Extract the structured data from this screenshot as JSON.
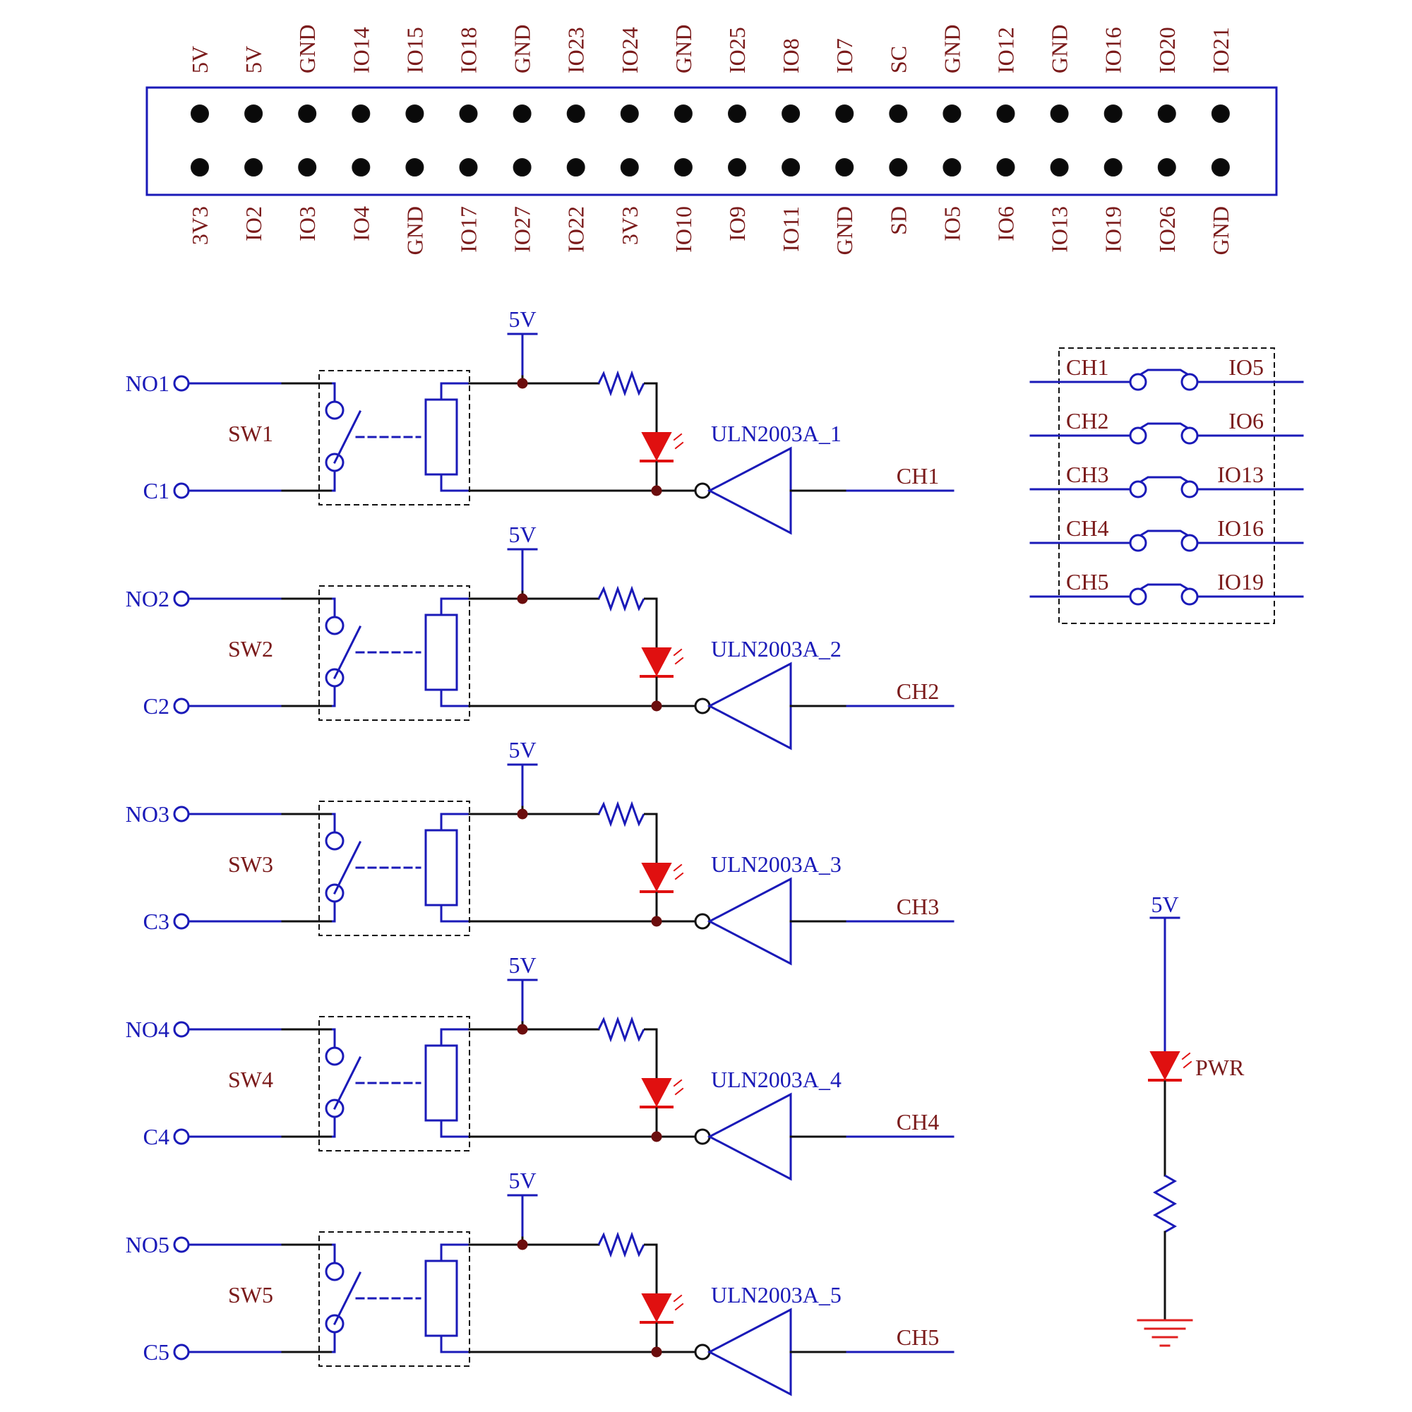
{
  "colors": {
    "wire_black": "#111111",
    "wire_blue": "#1a1ab8",
    "label_red": "#7a1a1a",
    "label_blue": "#1a1ab8",
    "led_red": "#e01010",
    "junction": "#6b0d0d",
    "ground_red": "#e02020"
  },
  "header": {
    "top_pins": [
      "5V",
      "5V",
      "GND",
      "IO14",
      "IO15",
      "IO18",
      "GND",
      "IO23",
      "IO24",
      "GND",
      "IO25",
      "IO8",
      "IO7",
      "SC",
      "GND",
      "IO12",
      "GND",
      "IO16",
      "IO20",
      "IO21"
    ],
    "bottom_pins": [
      "3V3",
      "IO2",
      "IO3",
      "IO4",
      "GND",
      "IO17",
      "IO27",
      "IO22",
      "3V3",
      "IO10",
      "IO9",
      "IO11",
      "GND",
      "SD",
      "IO5",
      "IO6",
      "IO13",
      "IO19",
      "IO26",
      "GND"
    ]
  },
  "channels": [
    {
      "no": "NO1",
      "c": "C1",
      "sw": "SW1",
      "driver": "ULN2003A_1",
      "ch": "CH1",
      "vcc": "5V"
    },
    {
      "no": "NO2",
      "c": "C2",
      "sw": "SW2",
      "driver": "ULN2003A_2",
      "ch": "CH2",
      "vcc": "5V"
    },
    {
      "no": "NO3",
      "c": "C3",
      "sw": "SW3",
      "driver": "ULN2003A_3",
      "ch": "CH3",
      "vcc": "5V"
    },
    {
      "no": "NO4",
      "c": "C4",
      "sw": "SW4",
      "driver": "ULN2003A_4",
      "ch": "CH4",
      "vcc": "5V"
    },
    {
      "no": "NO5",
      "c": "C5",
      "sw": "SW5",
      "driver": "ULN2003A_5",
      "ch": "CH5",
      "vcc": "5V"
    }
  ],
  "jumpers": [
    {
      "left": "CH1",
      "right": "IO5"
    },
    {
      "left": "CH2",
      "right": "IO6"
    },
    {
      "left": "CH3",
      "right": "IO13"
    },
    {
      "left": "CH4",
      "right": "IO16"
    },
    {
      "left": "CH5",
      "right": "IO19"
    }
  ],
  "power": {
    "vcc": "5V",
    "led_label": "PWR"
  }
}
